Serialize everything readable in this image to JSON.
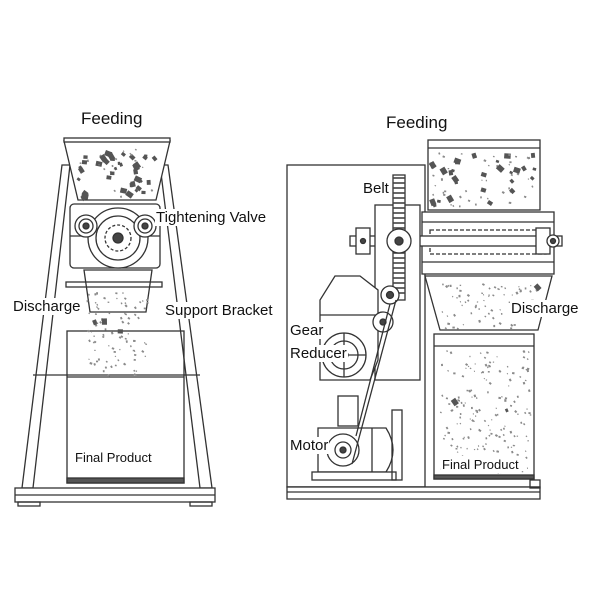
{
  "labels": {
    "left_feeding": "Feeding",
    "right_feeding": "Feeding",
    "tightening_valve": "Tightening Valve",
    "left_discharge": "Discharge",
    "support_bracket": "Support Bracket",
    "left_final_product": "Final Product",
    "belt": "Belt",
    "gear": "Gear",
    "reducer": "Reducer",
    "motor": "Motor",
    "right_discharge": "Discharge",
    "right_final_product": "Final Product"
  },
  "colors": {
    "line": "#333333",
    "dark_particle": "#555555",
    "light_particle": "#8a8a8a"
  }
}
